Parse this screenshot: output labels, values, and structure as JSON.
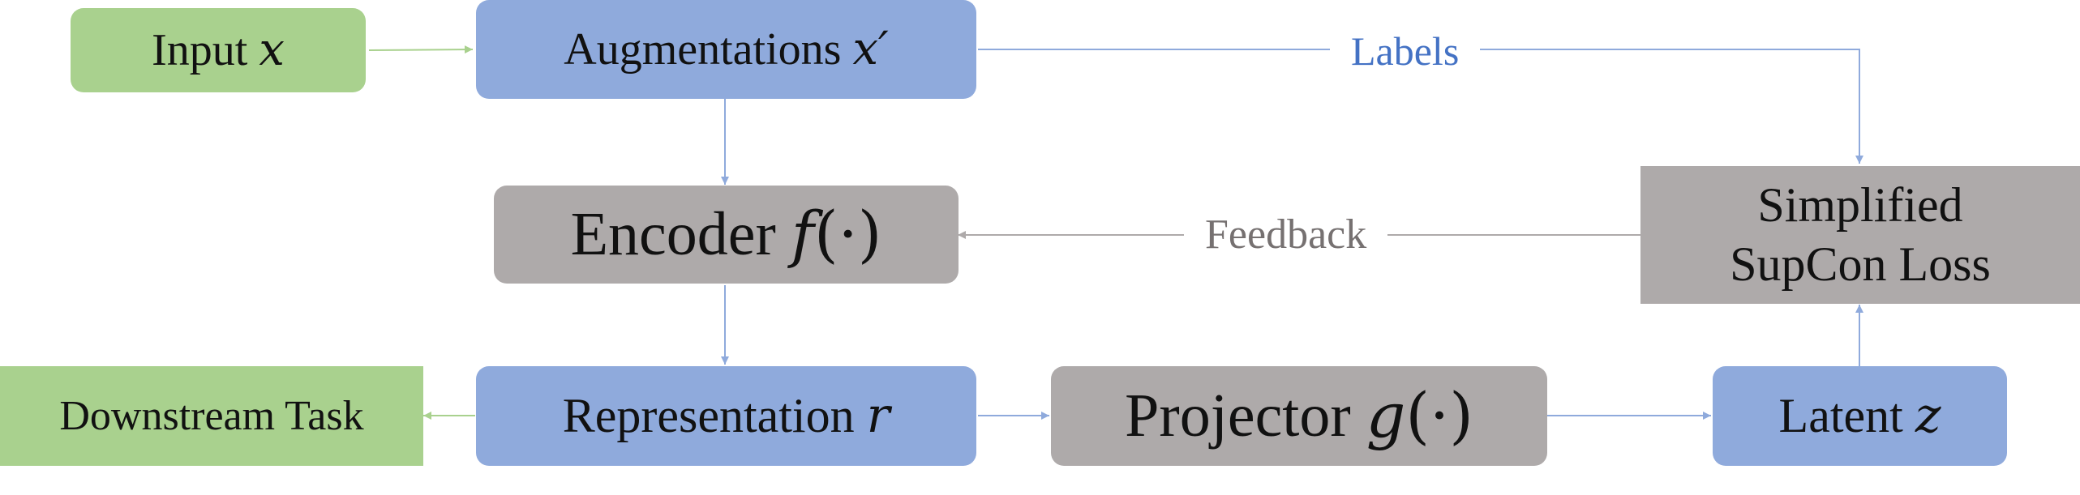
{
  "colors": {
    "green_fill": "#a9d18e",
    "blue_fill": "#8faadc",
    "gray_fill": "#aeaaaa",
    "green_arrow": "#a9d18e",
    "blue_arrow": "#8faadc",
    "gray_arrow": "#aeaaaa",
    "labels_text": "#4472c4",
    "feedback_text": "#767171"
  },
  "nodes": {
    "input": {
      "text": "Input ",
      "var": "x"
    },
    "augmentations": {
      "text": "Augmentations ",
      "var": "x′"
    },
    "encoder": {
      "text": "Encoder ",
      "var": "f",
      "suffix": "(·)"
    },
    "representation": {
      "text": "Representation ",
      "var": "r"
    },
    "projector": {
      "text": "Projector ",
      "var": "g",
      "suffix": "(·)"
    },
    "latent": {
      "text": "Latent ",
      "var": "z"
    },
    "loss": {
      "line1": "Simplified",
      "line2": "SupCon Loss"
    },
    "downstream": {
      "text": "Downstream Task"
    }
  },
  "edge_labels": {
    "labels": "Labels",
    "feedback": "Feedback"
  }
}
